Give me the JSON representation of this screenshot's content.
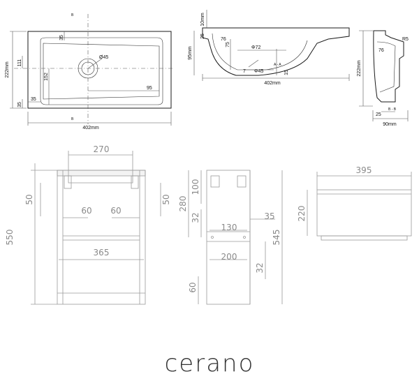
{
  "top": {
    "plan": {
      "width": "402mm",
      "depth": "222mm",
      "d35_top": "35",
      "d111": "111",
      "d152": "152",
      "d35_left": "35",
      "d35_bottom": "35",
      "d95": "95",
      "drain": "Ø45",
      "b_top": "B",
      "b_bottom": "B"
    },
    "section_a": {
      "width": "402mm",
      "h10": "10mm",
      "h25": "25",
      "h95": "95mm",
      "r": "76",
      "d75": "75",
      "d72": "Φ72",
      "d45": "Φ45",
      "d7": "7",
      "d15": "15",
      "aa": "A - A"
    },
    "section_b": {
      "depth": "222mm",
      "w90": "90mm",
      "r5": "R5",
      "r76": "76",
      "d25": "25",
      "bb": "B - B"
    }
  },
  "front": {
    "w270": "270",
    "h50_left": "50",
    "h50_right": "50",
    "d60_left": "60",
    "d60_right": "60",
    "w365": "365",
    "h550": "550"
  },
  "side": {
    "h100": "100",
    "h280": "280",
    "h32_top": "32",
    "d35": "35",
    "w130": "130",
    "w200": "200",
    "h545": "545",
    "h32_bottom": "32",
    "h60": "60"
  },
  "top_view": {
    "w395": "395",
    "h220": "220"
  },
  "brand": "cerano"
}
